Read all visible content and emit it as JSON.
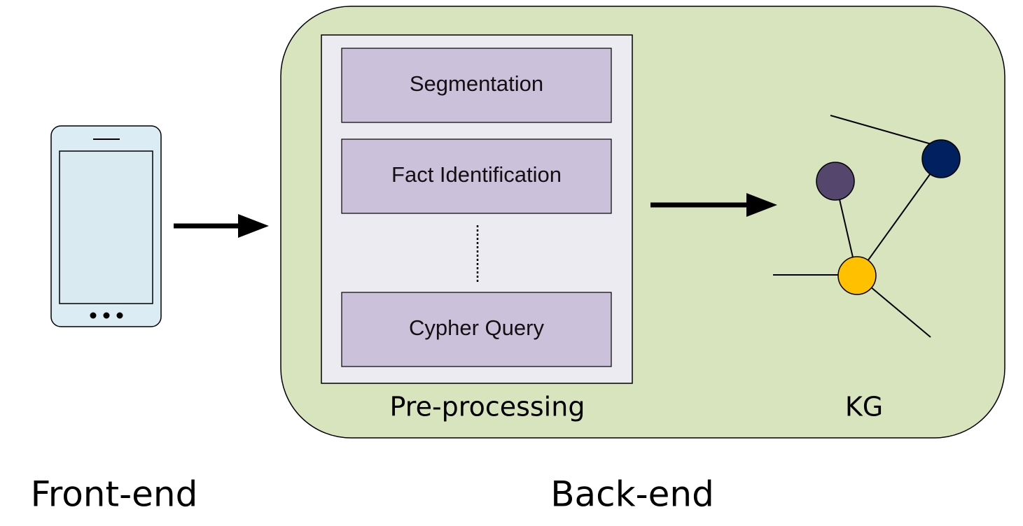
{
  "labels": {
    "front_end": "Front-end",
    "back_end": "Back-end",
    "preprocessing": "Pre-processing",
    "kg": "KG"
  },
  "pipeline_steps": [
    "Segmentation",
    "Fact Identification",
    "Cypher Query"
  ],
  "colors": {
    "backend_panel": "#d8e4bd",
    "pipeline_panel": "#edebf2",
    "step_box": "#ccc1da",
    "phone_screen": "#daeaf1",
    "phone_body": "#dcecf4",
    "node_purple": "#54466c",
    "node_navy": "#002060",
    "node_yellow": "#ffc000"
  },
  "icons": {
    "device": "smartphone-icon",
    "graph": "knowledge-graph-icon"
  }
}
